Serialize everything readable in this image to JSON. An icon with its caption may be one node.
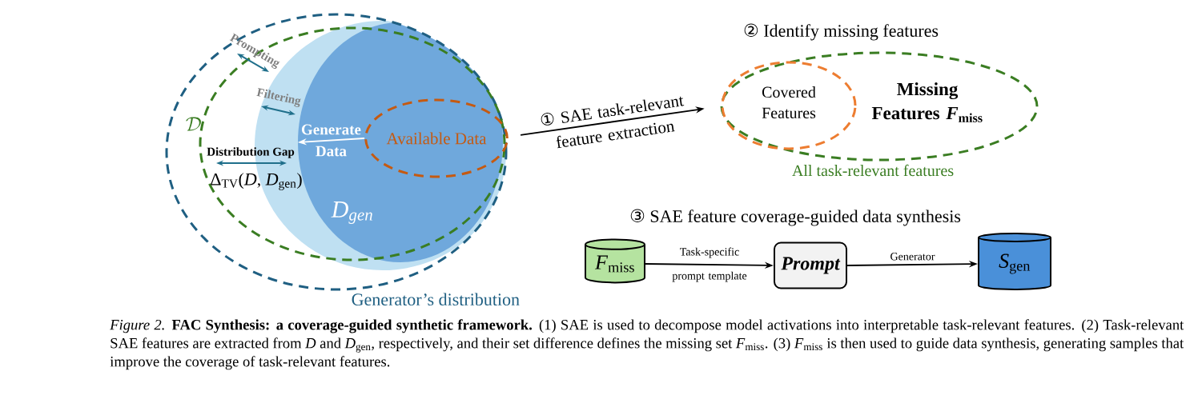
{
  "diagram": {
    "caption": "*Figure 2.* **FAC Synthesis: a coverage-guided synthetic framework.** (1) SAE is used to decompose model activations into interpretable task-relevant features. (2) Task-relevant SAE features are extracted from *D* and *D*$_{gen}$, respectively, and their set difference defines the missing set *F*$_{miss}$. (3) *F*$_{miss}$ is then used to guide data synthesis, generating samples that improve the coverage of task-relevant features.",
    "nodes": [
      {
        "text": [
          "Generator’s distribution"
        ]
      },
      {
        "text": [
          "\\mathcal{D}"
        ],
        "in": 0
      },
      {
        "text": [
          "*D*$_{gen}$"
        ],
        "in": 1
      },
      {
        "text": [
          "Available Data"
        ],
        "in": 2
      },
      {
        "text": [
          "Missing Features *F*$_{miss}$",
          "All task-relevant features"
        ]
      },
      {
        "text": [
          "Covered Features"
        ],
        "in": 4
      },
      {
        "text": [
          "*F*$_{miss}$"
        ]
      },
      {
        "text": [
          "Prompt"
        ]
      },
      {
        "text": [
          "*S*$_{gen}$"
        ]
      }
    ],
    "edges": [
      {
        "from": 0,
        "to": 4,
        "arrow": "to",
        "label": "① SAE task-relevant feature extraction"
      },
      {
        "from": 6,
        "to": 7,
        "arrow": "to",
        "label": "Task-specific prompt template"
      },
      {
        "from": 7,
        "to": 8,
        "arrow": "to",
        "label": "Generator"
      },
      {
        "from": 3,
        "to": 2,
        "arrow": "to",
        "label": "Generate Data",
        "color": "#ffffff"
      }
    ],
    "labels": [
      "Prompting",
      "Filtering",
      "Distribution Gap",
      "Δ$_{TV}$(*D*, *D*$_{gen}$)",
      "② Identify missing features",
      "③ SAE feature coverage-guided data synthesis"
    ]
  }
}
